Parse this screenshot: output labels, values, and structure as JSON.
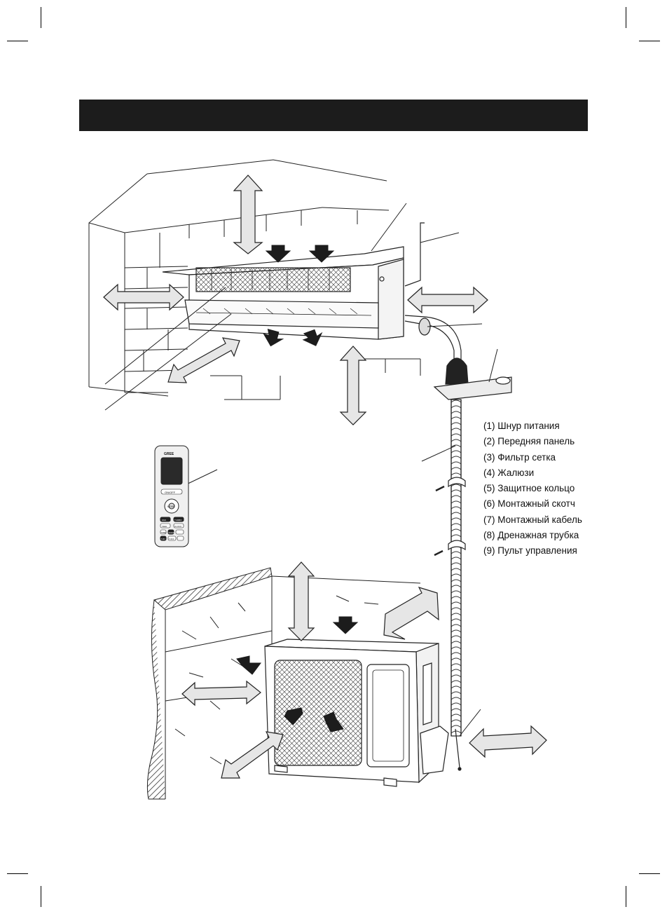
{
  "header": {
    "title": ""
  },
  "legend": {
    "items": [
      "(1) Шнур питания",
      "(2) Передняя панель",
      "(3) Фильтр сетка",
      "(4) Жалюзи",
      "(5) Защитное кольцо",
      "(6) Монтажный скотч",
      "(7) Монтажный кабель",
      "(8) Дренажная трубка",
      "(9) Пульт управления"
    ]
  },
  "remote": {
    "brand": "GREE",
    "onoff_label": "ON/OFF",
    "mode_label": "MODE",
    "buttons": [
      "FAN",
      "TURBO",
      "FEEL",
      "CLOCK",
      "TIMER",
      "SLEEP",
      "T-ON",
      "T-OFF"
    ]
  },
  "colors": {
    "ink": "#1c1c1c",
    "arrow_fill": "#e6e6e6",
    "screen": "#2a2a2a"
  }
}
